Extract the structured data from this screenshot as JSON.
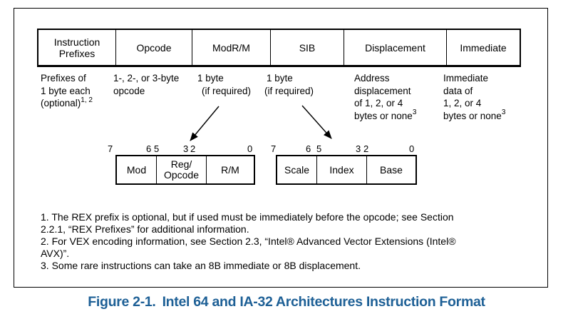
{
  "figure": {
    "caption_label": "Figure 2-1.",
    "caption_title": "Intel 64 and IA-32 Architectures Instruction Format",
    "caption_color": "#1E6096"
  },
  "format_fields": [
    "Instruction Prefixes",
    "Opcode",
    "ModR/M",
    "SIB",
    "Displacement",
    "Immediate"
  ],
  "descriptions": {
    "prefixes": {
      "lines": [
        "Prefixes of",
        "1 byte each"
      ],
      "tail": "(optional)",
      "sup": "1, 2"
    },
    "opcode": {
      "lines": [
        "1-, 2-, or 3-byte",
        "opcode"
      ]
    },
    "modrm": {
      "lines": [
        "1 byte",
        "(if required)"
      ]
    },
    "sib": {
      "lines": [
        "1 byte",
        "(if required)"
      ]
    },
    "displacement": {
      "lines": [
        "Address",
        "displacement",
        "of 1, 2, or 4"
      ],
      "tail": "bytes or none",
      "sup": "3"
    },
    "immediate": {
      "lines": [
        "Immediate",
        "data of",
        "1, 2, or 4"
      ],
      "tail": "bytes or none",
      "sup": "3"
    }
  },
  "modrm_byte": {
    "bits": [
      "7",
      "6",
      "5",
      "3",
      "2",
      "0"
    ],
    "fields": [
      {
        "lines": [
          "Mod"
        ]
      },
      {
        "lines": [
          "Reg/",
          "Opcode"
        ]
      },
      {
        "lines": [
          "R/M"
        ]
      }
    ]
  },
  "sib_byte": {
    "bits": [
      "7",
      "6",
      "5",
      "3",
      "2",
      "0"
    ],
    "fields": [
      {
        "lines": [
          "Scale"
        ]
      },
      {
        "lines": [
          "Index"
        ]
      },
      {
        "lines": [
          "Base"
        ]
      }
    ]
  },
  "footnotes": [
    "1. The REX prefix is optional, but if used must be immediately before the opcode; see Section",
    "2.2.1, “REX Prefixes” for additional information.",
    "2. For VEX encoding information, see Section 2.3, “Intel® Advanced Vector Extensions (Intel®",
    "AVX)”.",
    "3. Some rare instructions can take an 8B immediate or 8B displacement."
  ],
  "colors": {
    "caption_blue": "#1E6096",
    "line_black": "#000000"
  }
}
